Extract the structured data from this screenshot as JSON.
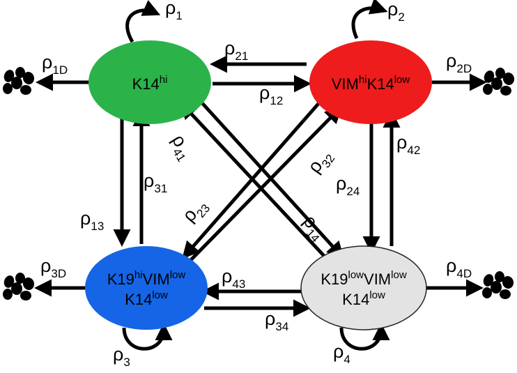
{
  "colors": {
    "k14hi": "#2bb34a",
    "vimhi": "#ee1c1c",
    "k19hi": "#1565e6",
    "k19low": "#e3e3e3",
    "edge": "#000000"
  },
  "nodes": {
    "n1": {
      "line1": {
        "a": "K14",
        "a_sup": "hi"
      }
    },
    "n2": {
      "line1": {
        "a": "VIM",
        "a_sup": "hi",
        "b": "K14",
        "b_sup": "low"
      }
    },
    "n3": {
      "line1": {
        "a": "K19",
        "a_sup": "hi",
        "b": "VIM",
        "b_sup": "low"
      },
      "line2": {
        "a": "K14",
        "a_sup": "low"
      }
    },
    "n4": {
      "line1": {
        "a": "K19",
        "a_sup": "low",
        "b": "VIM",
        "b_sup": "low"
      },
      "line2": {
        "a": "K14",
        "a_sup": "low"
      }
    }
  },
  "rates": {
    "symbol": "ρ",
    "r1": "1",
    "r2": "2",
    "r3": "3",
    "r4": "4",
    "r1D": "1D",
    "r2D": "2D",
    "r3D": "3D",
    "r4D": "4D",
    "r12": "12",
    "r21": "21",
    "r13": "13",
    "r31": "31",
    "r24": "24",
    "r42": "42",
    "r34": "34",
    "r43": "43",
    "r14": "14",
    "r41": "41",
    "r23": "23",
    "r32": "32"
  },
  "icons": [
    "dead-cells-icon"
  ]
}
